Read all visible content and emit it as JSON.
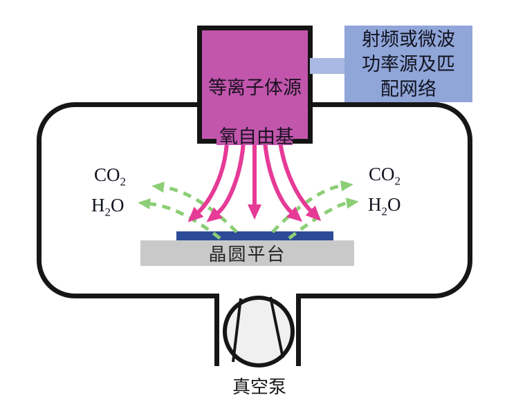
{
  "diagram": {
    "title_context": "plasma-asher-schematic",
    "plasma_source": {
      "label": "等离子体源",
      "output_label": "氧自由基",
      "fill": "#c156ac",
      "border_color": "#141414"
    },
    "power_box": {
      "lines": [
        "射频或微波",
        "功率源及匹",
        "配网络"
      ],
      "fill": "#90a5d8",
      "connector_fill": "#a9b9e3"
    },
    "chamber": {
      "border_color": "#161616"
    },
    "byproducts": {
      "co2_main": "CO",
      "co2_sub": "2",
      "h2o_part1": "H",
      "h2o_sub": "2",
      "h2o_part2": "O",
      "arrow_color": "#8cce76"
    },
    "radical_arrows": {
      "color": "#e63a97",
      "count": 5
    },
    "wafer_stage": {
      "label": "晶圆平台",
      "wafer_fill": "#2c4a96",
      "stage_fill": "#c9c9c9"
    },
    "pump": {
      "label": "真空泵",
      "fill": "#f0f0f0"
    }
  }
}
